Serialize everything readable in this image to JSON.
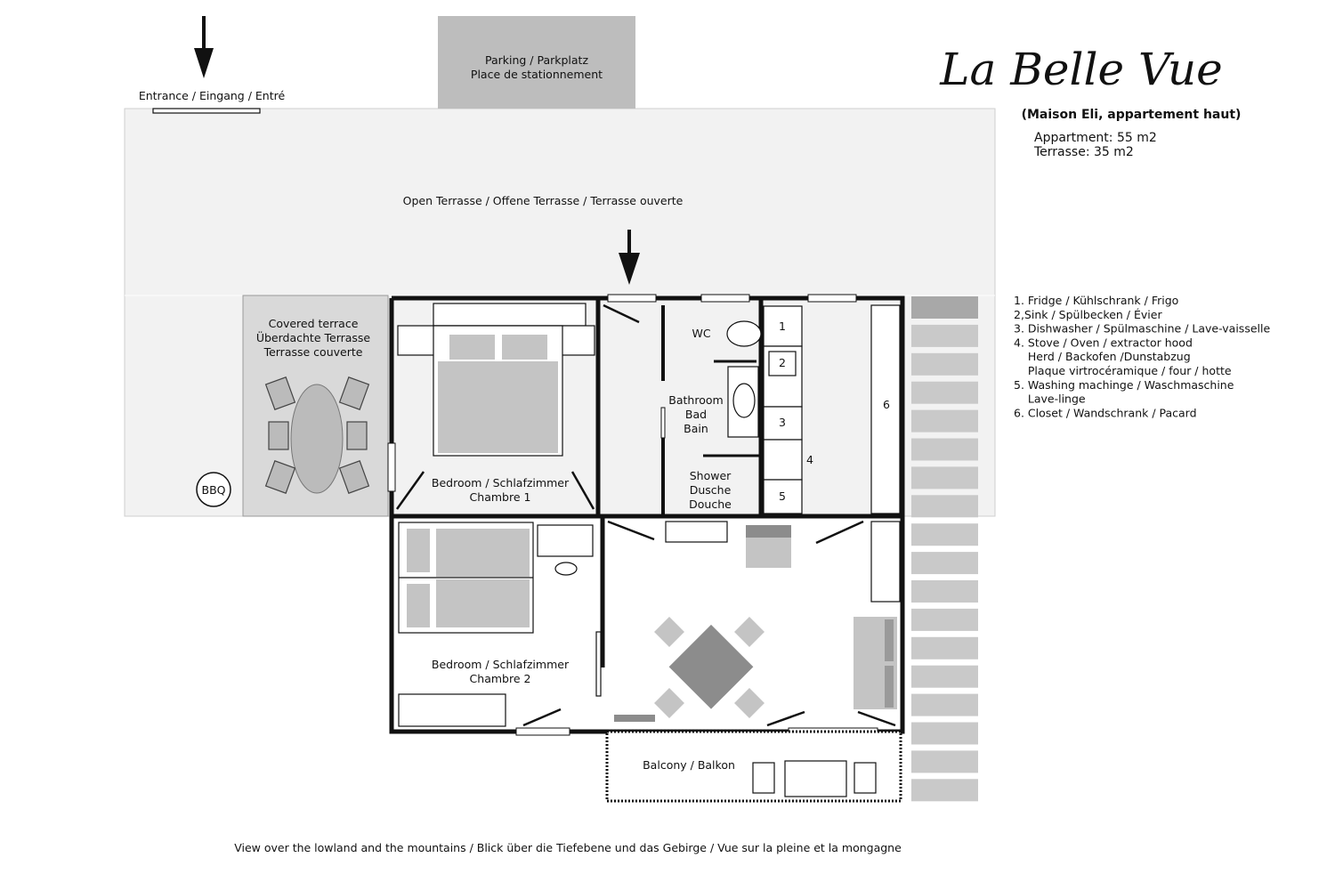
{
  "header": {
    "title": "La Belle Vue",
    "subtitle": "(Maison Eli, appartement haut)",
    "area_apartment": "Appartment: 55 m2",
    "area_terrace": "Terrasse: 35 m2"
  },
  "labels": {
    "entrance": "Entrance / Eingang / Entré",
    "parking_1": "Parking / Parkplatz",
    "parking_2": "Place de stationnement",
    "open_terrace": "Open Terrasse / Offene Terrasse / Terrasse ouverte",
    "covered_1": "Covered terrace",
    "covered_2": "Überdachte Terrasse",
    "covered_3": "Terrasse couverte",
    "bbq": "BBQ",
    "bedroom1_1": "Bedroom / Schlafzimmer",
    "bedroom1_2": "Chambre 1",
    "bedroom2_1": "Bedroom / Schlafzimmer",
    "bedroom2_2": "Chambre 2",
    "wc": "WC",
    "bath_1": "Bathroom",
    "bath_2": "Bad",
    "bath_3": "Bain",
    "shower_1": "Shower",
    "shower_2": "Dusche",
    "shower_3": "Douche",
    "balcony": "Balcony / Balkon",
    "view": "View over the lowland and the mountains / Blick über die Tiefebene und das Gebirge / Vue sur la pleine et la mongagne"
  },
  "numbers": {
    "n1": "1",
    "n2": "2",
    "n3": "3",
    "n4": "4",
    "n5": "5",
    "n6": "6"
  },
  "legend": [
    "1. Fridge / Kühlschrank / Frigo",
    "2,Sink / Spülbecken / Évier",
    "3. Dishwasher / Spülmaschine / Lave-vaisselle",
    "4. Stove / Oven / extractor hood",
    "    Herd / Backofen /Dunstabzug",
    "    Plaque virtrocéramique / four / hotte",
    "5. Washing machinge / Waschmaschine",
    "    Lave-linge",
    "6. Closet / Wandschrank / Pacard"
  ],
  "colors": {
    "wall": "#111111",
    "terrace": "#f2f2f2",
    "parking": "#bdbdbd",
    "covered": "#d9d9d9",
    "furniture": "#c4c4c4",
    "dark_furniture": "#8c8c8c"
  }
}
